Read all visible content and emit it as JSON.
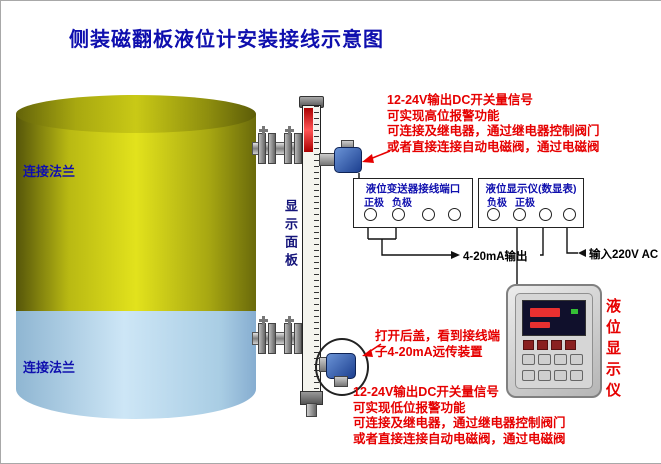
{
  "page": {
    "title": "侧装磁翻板液位计安装接线示意图"
  },
  "tank": {
    "label_flange_top": "连接法兰",
    "label_flange_bottom": "连接法兰"
  },
  "gauge": {
    "panel_label": "显示面板"
  },
  "annotations": {
    "high_alarm": {
      "lines": [
        "12-24V输出DC开关量信号",
        "可实现高位报警功能",
        "可连接及继电器，通过继电器控制阀门",
        "或者直接连接自动电磁阀，通过电磁阀"
      ]
    },
    "rear_cover": {
      "lines": [
        "打开后盖，看到接线端",
        "子4-20mA远传装置"
      ]
    },
    "low_alarm": {
      "lines": [
        "12-24V输出DC开关量信号",
        "可实现低位报警功能",
        "可连接及继电器，通过继电器控制阀门",
        "或者直接连接自动电磁阀，通过电磁阀"
      ]
    }
  },
  "terminal_boxes": {
    "transmitter": {
      "title": "液位变送器接线端口",
      "terminal_labels": [
        "正极",
        "负极"
      ]
    },
    "display": {
      "title": "液位显示仪(数显表)",
      "terminal_labels": [
        "负极",
        "正极"
      ]
    }
  },
  "wiring": {
    "output_label": "4-20mA输出",
    "input_label": "输入220V AC"
  },
  "instrument": {
    "side_label": "液位显示仪"
  },
  "colors": {
    "title_blue": "#0f0fae",
    "annotation_red": "#e60000",
    "label_blue": "#0f0fae",
    "tank_yellow": "#d6d613",
    "tank_liquid": "#bcd9ec"
  }
}
